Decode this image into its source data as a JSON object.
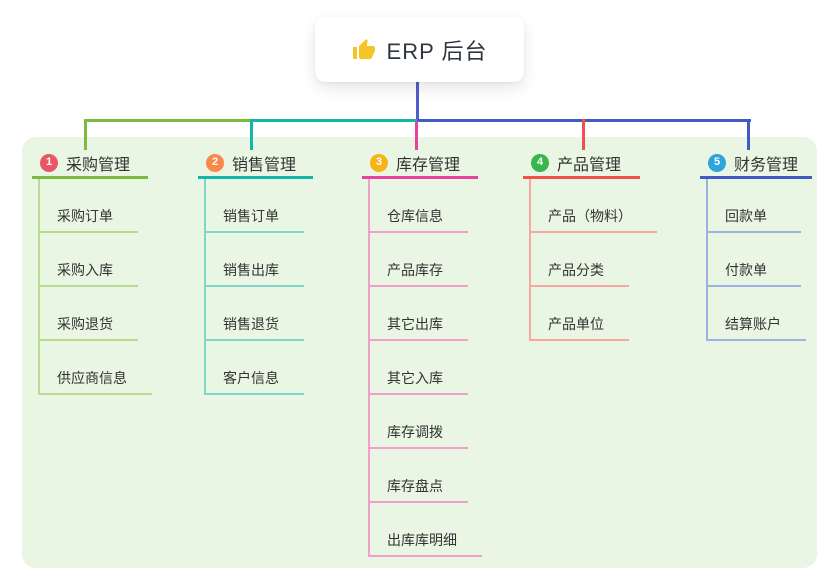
{
  "root": {
    "title": "ERP 后台",
    "icon": "thumbs-up-icon"
  },
  "branches": [
    {
      "index": "1",
      "label": "采购管理",
      "color": "#7cb93f",
      "light_color": "#b7db90",
      "badge_color": "#ea5667",
      "children": [
        "采购订单",
        "采购入库",
        "采购退货",
        "供应商信息"
      ]
    },
    {
      "index": "2",
      "label": "销售管理",
      "color": "#14b7a7",
      "light_color": "#80d5ca",
      "badge_color": "#f8894b",
      "children": [
        "销售订单",
        "销售出库",
        "销售退货",
        "客户信息"
      ]
    },
    {
      "index": "3",
      "label": "库存管理",
      "color": "#e7429d",
      "light_color": "#f2a0cb",
      "badge_color": "#f6b418",
      "children": [
        "仓库信息",
        "产品库存",
        "其它出库",
        "其它入库",
        "库存调拨",
        "库存盘点",
        "出库库明细"
      ]
    },
    {
      "index": "4",
      "label": "产品管理",
      "color": "#f2504f",
      "light_color": "#f8a7a3",
      "badge_color": "#38b64d",
      "children": [
        "产品（物料）",
        "产品分类",
        "产品单位"
      ]
    },
    {
      "index": "5",
      "label": "财务管理",
      "color": "#3e5bc6",
      "light_color": "#9fb1e2",
      "badge_color": "#2fa3dc",
      "children": [
        "回款单",
        "付款单",
        "结算账户"
      ]
    }
  ],
  "colors": {
    "trunk": "#4f5ecd",
    "canvas_background": "#e9f6e3",
    "card_background": "#ffffff",
    "text": "#333333",
    "icon_yellow": "#f7c325"
  }
}
